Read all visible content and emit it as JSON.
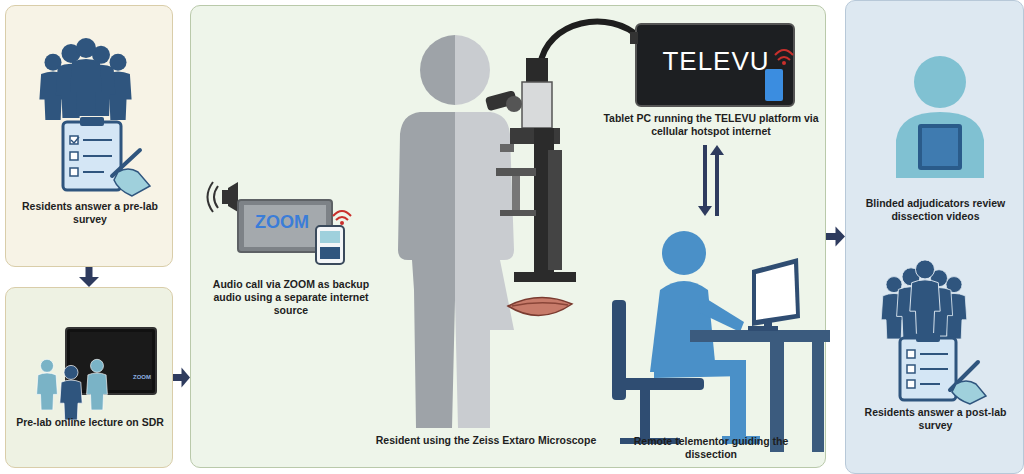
{
  "diagram": {
    "nodes": [
      {
        "text": [
          "Residents answer a pre-lab survey"
        ]
      },
      {
        "text": [
          "Pre-lab online lecture on SDR"
        ]
      },
      {
        "text": [
          "Audio call via ZOOM as backup audio using a separate internet source",
          "Resident using the Zeiss Extaro Microscope"
        ]
      },
      {
        "text": [
          "TELEVU",
          "Tablet PC running the TELEVU platform via cellular hotspot internet"
        ],
        "in": 2
      },
      {
        "text": [
          "Remote telementor guiding the dissection"
        ],
        "in": 2
      },
      {
        "text": [
          "Blinded adjudicators review dissection videos",
          "Residents answer a post-lab survey"
        ]
      }
    ],
    "edges": [
      {
        "from": 0,
        "to": 1,
        "arrow": "to"
      },
      {
        "from": 1,
        "to": 2,
        "arrow": "to"
      },
      {
        "from": 2,
        "to": 5,
        "arrow": "to"
      },
      {
        "from": 3,
        "to": 4,
        "arrow": "to"
      },
      {
        "from": 4,
        "to": 3,
        "arrow": "to"
      }
    ],
    "labels": [
      "ZOOM",
      "ZOOM"
    ]
  }
}
